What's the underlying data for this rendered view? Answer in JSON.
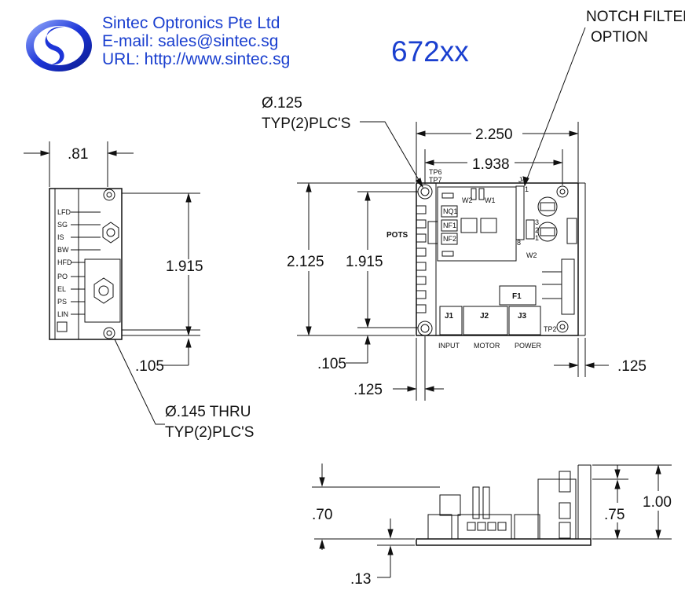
{
  "company": {
    "name": "Sintec Optronics Pte Ltd",
    "email": "E-mail: sales@sintec.sg",
    "url": "URL: http://www.sintec.sg"
  },
  "model": "672xx",
  "callouts": {
    "notch_filter_line1": "NOTCH FILTER",
    "notch_filter_line2": "OPTION",
    "hole_small_line1": "Ø.125",
    "hole_small_line2": "TYP(2)PLC'S",
    "hole_thru_line1": "Ø.145 THRU",
    "hole_thru_line2": "TYP(2)PLC'S"
  },
  "dimensions": {
    "side_width": ".81",
    "side_height": "1.915",
    "side_bottom": ".105",
    "top_width": "2.250",
    "top_inner_width": "1.938",
    "top_height": "2.125",
    "top_inner_height": "1.915",
    "top_bottom": ".105",
    "top_left_offset": ".125",
    "top_right_offset": ".125",
    "front_height_a": ".70",
    "front_height_b": ".75",
    "front_height_c": "1.00",
    "front_base": ".13"
  },
  "pot_labels": [
    "LFD",
    "SG",
    "IS",
    "BW",
    "HFD",
    "PO",
    "EL",
    "PS",
    "LIN"
  ],
  "board_labels": {
    "pots": "POTS",
    "tp6": "TP6",
    "tp7": "TP7",
    "tp2": "TP2",
    "nq1": "NQ1",
    "nf1": "NF1",
    "nf2": "NF2",
    "w1": "W1",
    "w2_top": "W2",
    "w2_side": "W2",
    "j4": "J4",
    "j4_pin1": "1",
    "j4_pin8": "8",
    "w2_pin1": "1",
    "w2_pin2": "2",
    "w2_pin3": "3",
    "f1": "F1",
    "j1": "J1",
    "j2": "J2",
    "j3": "J3",
    "input": "INPUT",
    "motor": "MOTOR",
    "power": "POWER"
  }
}
